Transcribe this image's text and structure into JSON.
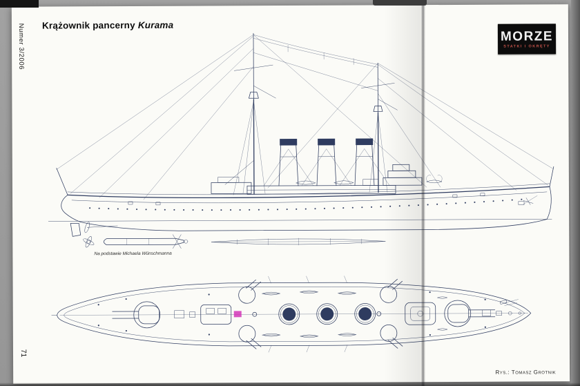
{
  "page": {
    "title": {
      "prefix": "Krążownik pancerny",
      "name": "Kurama"
    },
    "spine": {
      "issue": "Numer 3/2006",
      "page_number": "71"
    },
    "logo": {
      "title": "MORZE",
      "subtitle": "STATKI I OKRĘTY"
    },
    "captions": {
      "source": "Na podstawie Michaela Wünschmanna",
      "credit": "Rys.: Tomasz Grotnik"
    },
    "colors": {
      "ink": "#2f3c60",
      "paper": "#fbfbf7",
      "logo_bg": "#0c0c0c",
      "logo_subtitle": "#c5534a",
      "artifact_mark": "#d12bb4"
    }
  }
}
